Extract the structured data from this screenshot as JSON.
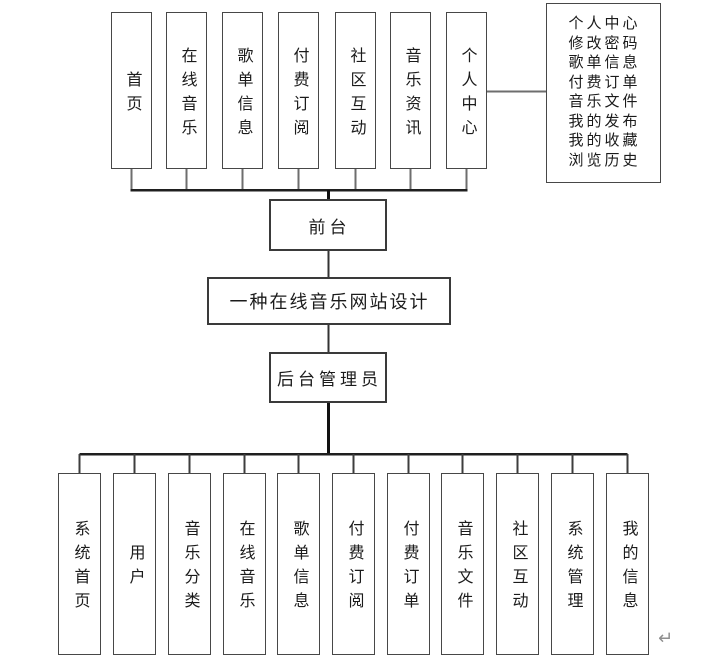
{
  "diagram": {
    "root": "一种在线音乐网站设计",
    "frontend": "前台",
    "backend": "后台管理员",
    "front_modules": [
      "首页",
      "在线音乐",
      "歌单信息",
      "付费订阅",
      "社区互动",
      "音乐资讯",
      "个人中心"
    ],
    "personal_center_detail": [
      "个人中心",
      "修改密码",
      "歌单信息",
      "付费订单",
      "音乐文件",
      "我的发布",
      "我的收藏",
      "浏览历史"
    ],
    "back_modules": [
      "系统首页",
      "用户",
      "音乐分类",
      "在线音乐",
      "歌单信息",
      "付费订阅",
      "付费订单",
      "音乐文件",
      "社区互动",
      "系统管理",
      "我的信息"
    ],
    "paragraph_mark": "↵",
    "colors": {
      "box_border": "#474747",
      "bus_line": "#1f1f1f",
      "stub_line": "#6e6e6e",
      "text": "#1b1b1b"
    }
  }
}
